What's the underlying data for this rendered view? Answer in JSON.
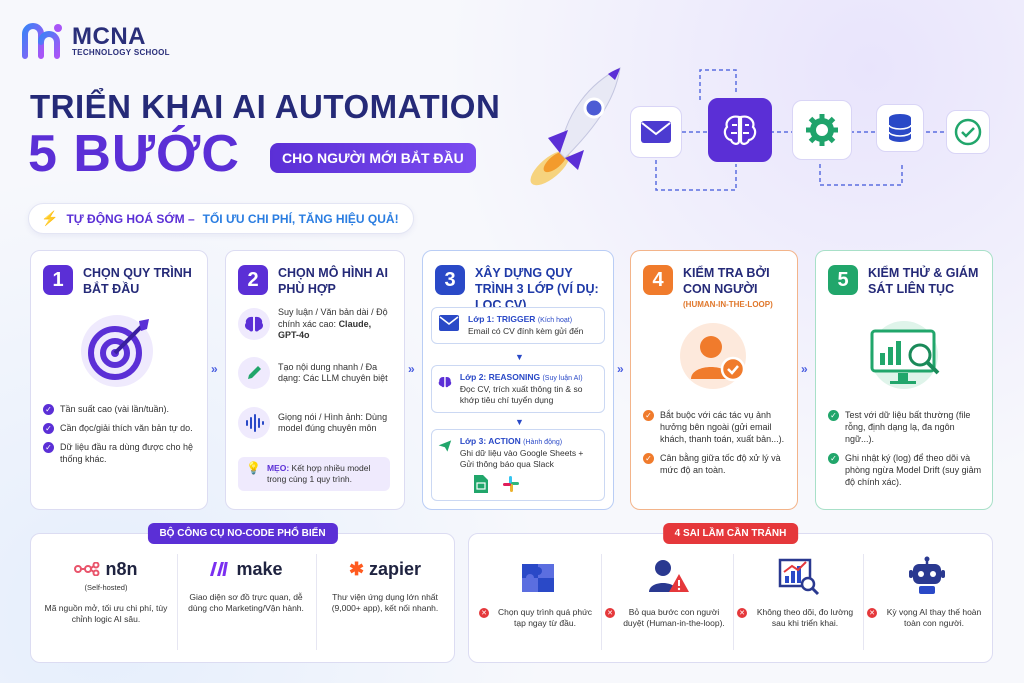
{
  "logo": {
    "name": "MCNA",
    "sub": "TECHNOLOGY SCHOOL"
  },
  "title": {
    "line1": "TRIỂN KHAI AI AUTOMATION",
    "line2": "5 BƯỚC",
    "pill": "CHO NGƯỜI MỚI BẮT ĐẦU"
  },
  "tagline": {
    "part1": "TỰ ĐỘNG HOÁ SỚM –",
    "part2": "TỐI ƯU CHI PHÍ, TĂNG HIỆU QUẢ!"
  },
  "flow_icons": [
    "mail-icon",
    "brain-icon",
    "gear-icon",
    "database-icon",
    "check-icon"
  ],
  "steps": [
    {
      "num": "1",
      "title": "CHỌN QUY TRÌNH BẮT ĐẦU",
      "color": "#5b2fd6",
      "bullets": [
        "Tần suất cao (vài lần/tuần).",
        "Cần đọc/giải thích văn bản tự do.",
        "Dữ liệu đầu ra dùng được cho hệ thống khác."
      ]
    },
    {
      "num": "2",
      "title": "CHỌN MÔ HÌNH AI PHÙ HỢP",
      "color": "#5b2fd6",
      "models": [
        {
          "text": "Suy luận / Văn bản dài / Độ chính xác cao:",
          "strong": "Claude, GPT-4o"
        },
        {
          "text": "Tạo nội dung nhanh / Đa dạng:",
          "strong": "Các LLM chuyên biệt"
        },
        {
          "text": "Giọng nói / Hình ảnh: Dùng model đúng chuyên môn",
          "strong": ""
        }
      ],
      "tip_label": "MẸO:",
      "tip": "Kết hợp nhiều model trong cùng 1 quy trình."
    },
    {
      "num": "3",
      "title": "XÂY DỰNG QUY TRÌNH 3 LỚP (VÍ DỤ: LỌC CV)",
      "color": "#2a49c7",
      "layers": [
        {
          "label": "Lớp 1: TRIGGER",
          "extra": "(Kích hoạt)",
          "text": "Email có CV đính kèm gửi đến"
        },
        {
          "label": "Lớp 2: REASONING",
          "extra": "(Suy luận AI)",
          "text": "Đọc CV, trích xuất thông tin & so khớp tiêu chí tuyển dụng"
        },
        {
          "label": "Lớp 3: ACTION",
          "extra": "(Hành động)",
          "text": "Ghi dữ liệu vào Google Sheets + Gửi thông báo qua Slack"
        }
      ]
    },
    {
      "num": "4",
      "title": "KIỂM TRA BỞI CON NGƯỜI",
      "subtitle": "(HUMAN-IN-THE-LOOP)",
      "color": "#f07b2c",
      "bullets": [
        "Bắt buộc với các tác vụ ảnh hưởng bên ngoài (gửi email khách, thanh toán, xuất bản...).",
        "Cân bằng giữa tốc độ xử lý và mức độ an toàn."
      ]
    },
    {
      "num": "5",
      "title": "KIỂM THỬ & GIÁM SÁT LIÊN TỤC",
      "color": "#21a66b",
      "bullets": [
        "Test với dữ liệu bất thường (file rỗng, định dạng lạ, đa ngôn ngữ...).",
        "Ghi nhật ký (log) để theo dõi và phòng ngừa Model Drift (suy giảm độ chính xác)."
      ]
    }
  ],
  "tools": {
    "title": "BỘ CÔNG CỤ NO-CODE PHỔ BIẾN",
    "items": [
      {
        "name": "n8n",
        "note": "(Self-hosted)",
        "desc": "Mã nguồn mở, tối ưu chi phí, tùy chỉnh logic AI sâu."
      },
      {
        "name": "make",
        "note": "",
        "desc": "Giao diện sơ đồ trực quan, dễ dùng cho Marketing/Vận hành."
      },
      {
        "name": "zapier",
        "note": "",
        "desc": "Thư viện ứng dụng lớn nhất (9,000+ app), kết nối nhanh."
      }
    ]
  },
  "mistakes": {
    "title": "4 SAI LẦM CẦN TRÁNH",
    "items": [
      {
        "icon": "puzzle-icon",
        "text": "Chọn quy trình quá phức tạp ngay từ đầu."
      },
      {
        "icon": "user-warning-icon",
        "text": "Bỏ qua bước con người duyệt (Human-in-the-loop)."
      },
      {
        "icon": "chart-search-icon",
        "text": "Không theo dõi, đo lường sau khi triển khai."
      },
      {
        "icon": "robot-icon",
        "text": "Kỳ vọng AI thay thế hoàn toàn con người."
      }
    ]
  },
  "colors": {
    "primary": "#5b2fd6",
    "navy": "#252a78",
    "orange": "#f07b2c",
    "green": "#21a66b",
    "blue": "#2a49c7",
    "red": "#e5383b"
  }
}
